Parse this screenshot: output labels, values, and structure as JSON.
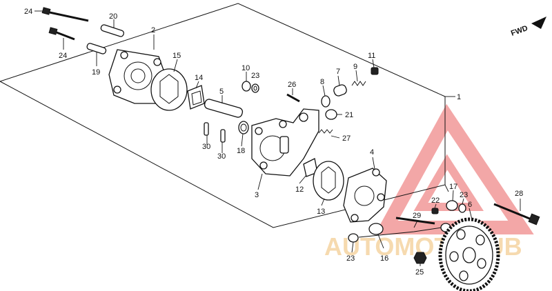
{
  "direction_label": "FWD",
  "callouts": [
    {
      "id": "c1",
      "text": "1"
    },
    {
      "id": "c2",
      "text": "2"
    },
    {
      "id": "c3",
      "text": "3"
    },
    {
      "id": "c4",
      "text": "4"
    },
    {
      "id": "c5",
      "text": "5"
    },
    {
      "id": "c6",
      "text": "6"
    },
    {
      "id": "c7",
      "text": "7"
    },
    {
      "id": "c8",
      "text": "8"
    },
    {
      "id": "c9",
      "text": "9"
    },
    {
      "id": "c10",
      "text": "10"
    },
    {
      "id": "c11",
      "text": "11"
    },
    {
      "id": "c12",
      "text": "12"
    },
    {
      "id": "c13",
      "text": "13"
    },
    {
      "id": "c14",
      "text": "14"
    },
    {
      "id": "c15",
      "text": "15"
    },
    {
      "id": "c16",
      "text": "16"
    },
    {
      "id": "c17",
      "text": "17"
    },
    {
      "id": "c19",
      "text": "19"
    },
    {
      "id": "c20",
      "text": "20"
    },
    {
      "id": "c21",
      "text": "21"
    },
    {
      "id": "c22",
      "text": "22"
    },
    {
      "id": "c23a",
      "text": "23"
    },
    {
      "id": "c23b",
      "text": "23"
    },
    {
      "id": "c23c",
      "text": "23"
    },
    {
      "id": "c24a",
      "text": "24"
    },
    {
      "id": "c24b",
      "text": "24"
    },
    {
      "id": "c25",
      "text": "25"
    },
    {
      "id": "c26",
      "text": "26"
    },
    {
      "id": "c27",
      "text": "27"
    },
    {
      "id": "c28",
      "text": "28"
    },
    {
      "id": "c29",
      "text": "29"
    },
    {
      "id": "c30a",
      "text": "30"
    },
    {
      "id": "c30b",
      "text": "30"
    },
    {
      "id": "c18",
      "text": "18"
    }
  ],
  "watermark": {
    "text": "AUTOMOTOHUB",
    "color_primary": "#f08a8a",
    "color_secondary": "#f2c98a",
    "color_text": "#555555"
  }
}
